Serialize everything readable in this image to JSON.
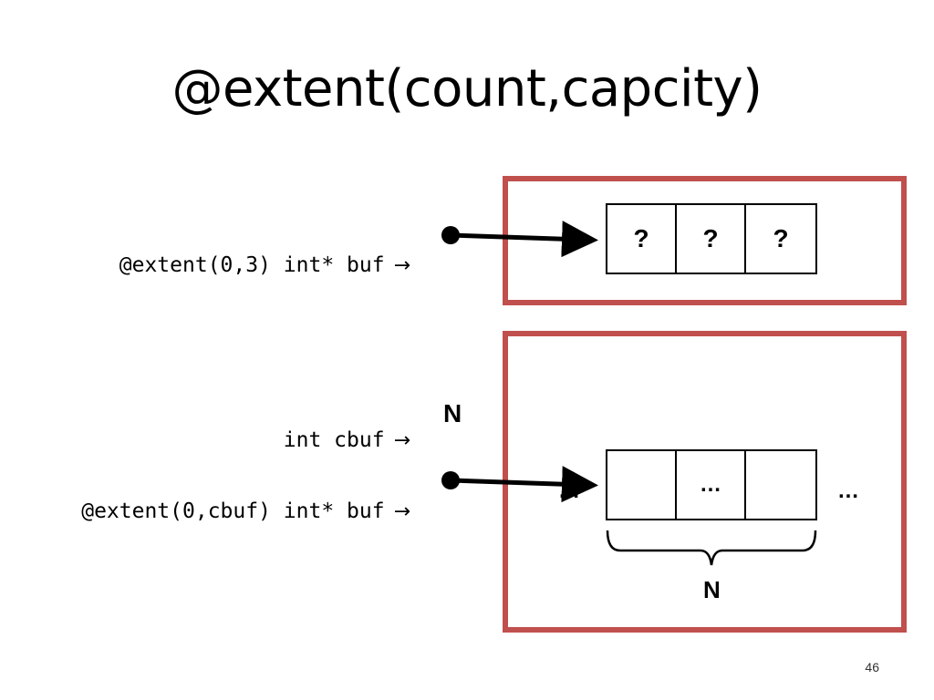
{
  "slide": {
    "title": "@extent(count,capcity)",
    "page_number": "46"
  },
  "row1": {
    "code": "@extent(0,3) int* buf",
    "arrow": "→",
    "cells": [
      "?",
      "?",
      "?"
    ]
  },
  "row2": {
    "code": "int cbuf",
    "arrow": "→",
    "value": "N"
  },
  "row3": {
    "code": "@extent(0,cbuf) int* buf",
    "arrow": "→",
    "left_dots": "…",
    "cells": [
      "",
      "…",
      ""
    ],
    "right_dots": "…",
    "brace_label": "N"
  },
  "colors": {
    "box_border": "#c0504d",
    "ink": "#000000"
  }
}
